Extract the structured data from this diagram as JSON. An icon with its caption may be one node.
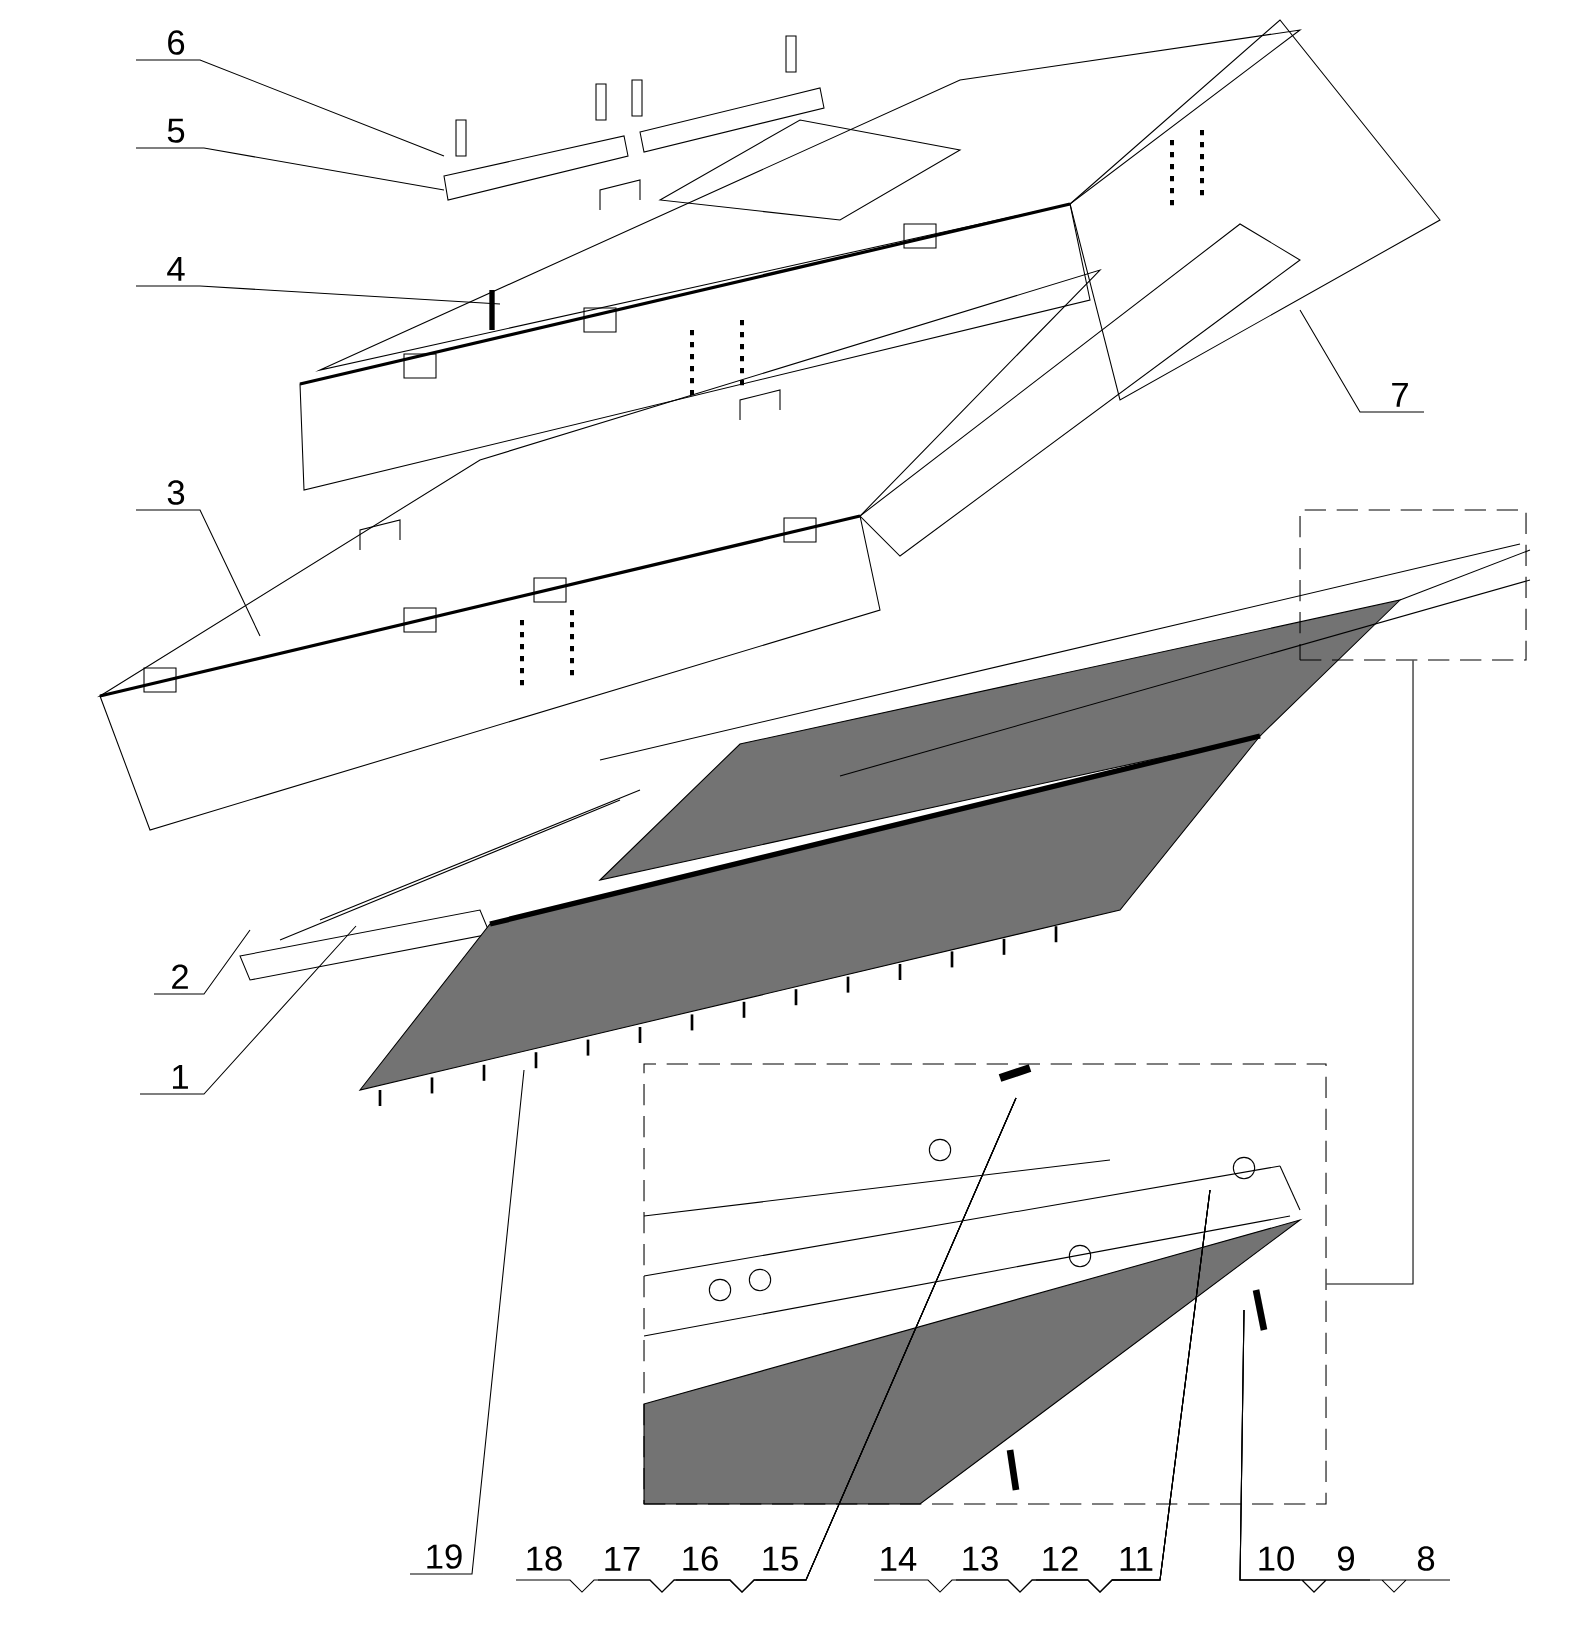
{
  "diagram": {
    "nodes": [
      {
        "text": [
          "1"
        ]
      },
      {
        "text": [
          "2"
        ]
      },
      {
        "text": [
          "3"
        ]
      },
      {
        "text": [
          "4"
        ]
      },
      {
        "text": [
          "5"
        ]
      },
      {
        "text": [
          "6"
        ]
      },
      {
        "text": [
          "7"
        ]
      },
      {
        "text": [
          "8"
        ]
      },
      {
        "text": [
          "9"
        ]
      },
      {
        "text": [
          "10"
        ]
      },
      {
        "text": [
          "11"
        ]
      },
      {
        "text": [
          "12"
        ]
      },
      {
        "text": [
          "13"
        ]
      },
      {
        "text": [
          "14"
        ]
      },
      {
        "text": [
          "15"
        ]
      },
      {
        "text": [
          "16"
        ]
      },
      {
        "text": [
          "17"
        ]
      },
      {
        "text": [
          "18"
        ]
      },
      {
        "text": [
          "19"
        ]
      },
      {
        "text": [],
        "shape": "box"
      },
      {
        "text": [],
        "shape": "box"
      }
    ],
    "edges": [
      {
        "from": 0,
        "to": null,
        "arrow": "none"
      },
      {
        "from": 1,
        "to": null,
        "arrow": "none"
      },
      {
        "from": 2,
        "to": null,
        "arrow": "none"
      },
      {
        "from": 3,
        "to": null,
        "arrow": "none"
      },
      {
        "from": 4,
        "to": null,
        "arrow": "none"
      },
      {
        "from": 5,
        "to": null,
        "arrow": "none"
      },
      {
        "from": 6,
        "to": null,
        "arrow": "none"
      },
      {
        "from": 18,
        "to": null,
        "arrow": "none"
      },
      {
        "from": 7,
        "to": 20,
        "arrow": "none"
      },
      {
        "from": 8,
        "to": 20,
        "arrow": "none"
      },
      {
        "from": 9,
        "to": 20,
        "arrow": "none"
      },
      {
        "from": 10,
        "to": 20,
        "arrow": "none"
      },
      {
        "from": 11,
        "to": 20,
        "arrow": "none"
      },
      {
        "from": 12,
        "to": 20,
        "arrow": "none"
      },
      {
        "from": 13,
        "to": 20,
        "arrow": "none"
      },
      {
        "from": 14,
        "to": 20,
        "arrow": "none"
      },
      {
        "from": 15,
        "to": 20,
        "arrow": "none"
      },
      {
        "from": 16,
        "to": 20,
        "arrow": "none"
      },
      {
        "from": 17,
        "to": 20,
        "arrow": "none"
      },
      {
        "from": 19,
        "to": 20,
        "arrow": "none"
      }
    ]
  }
}
